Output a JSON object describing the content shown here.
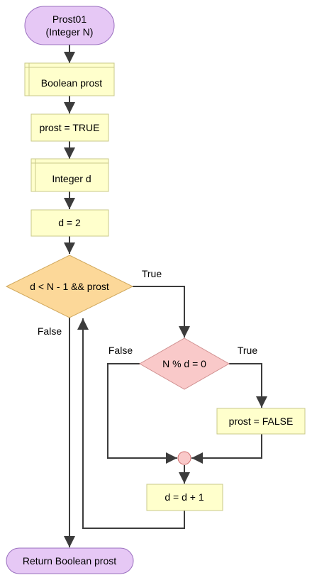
{
  "colors": {
    "terminal_fill": "#e6c8f5",
    "terminal_stroke": "#9a6fbf",
    "process_fill": "#ffffcc",
    "process_stroke": "#c8c88a",
    "decision1_fill": "#fcd899",
    "decision1_stroke": "#d0a85c",
    "decision2_fill": "#f9c9c9",
    "decision2_stroke": "#d09090",
    "connector_fill": "#f9c9c9",
    "connector_stroke": "#d07070",
    "line": "#3c3c3c"
  },
  "flowchart": {
    "start": {
      "line1": "Prost01",
      "line2": "(Integer N)"
    },
    "declare_prost": "Boolean prost",
    "assign_prost_true": "prost = TRUE",
    "declare_d": "Integer d",
    "assign_d": "d = 2",
    "loop_condition": "d < N - 1 && prost",
    "loop_true_label": "True",
    "loop_false_label": "False",
    "if_condition": "N % d = 0",
    "if_true_label": "True",
    "if_false_label": "False",
    "assign_prost_false": "prost = FALSE",
    "increment_d": "d = d + 1",
    "end": "Return Boolean prost"
  }
}
